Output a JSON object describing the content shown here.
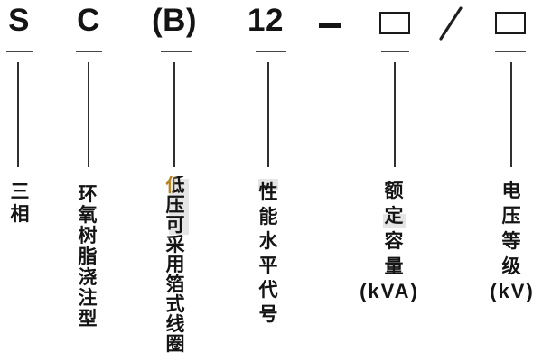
{
  "diagram": {
    "segments": [
      {
        "symbol": "S",
        "label": "三相"
      },
      {
        "symbol": "C",
        "label": "环氧树脂浇注型"
      },
      {
        "symbol": "(B)",
        "label": "低压可采用箔式线圈"
      },
      {
        "symbol": "12",
        "label": "性能水平代号"
      },
      {
        "symbol": "□",
        "label": "额定容量",
        "unit": "(kVA)"
      },
      {
        "symbol": "□",
        "label": "电压等级",
        "unit": "(kV)"
      }
    ],
    "separators": {
      "dash": "—",
      "slash": "/"
    },
    "colors": {
      "background": "#ffffff",
      "text": "#141414",
      "leader_line": "#303030",
      "tick_line": "#454545",
      "artifact_highlight": "#b5831f"
    }
  }
}
